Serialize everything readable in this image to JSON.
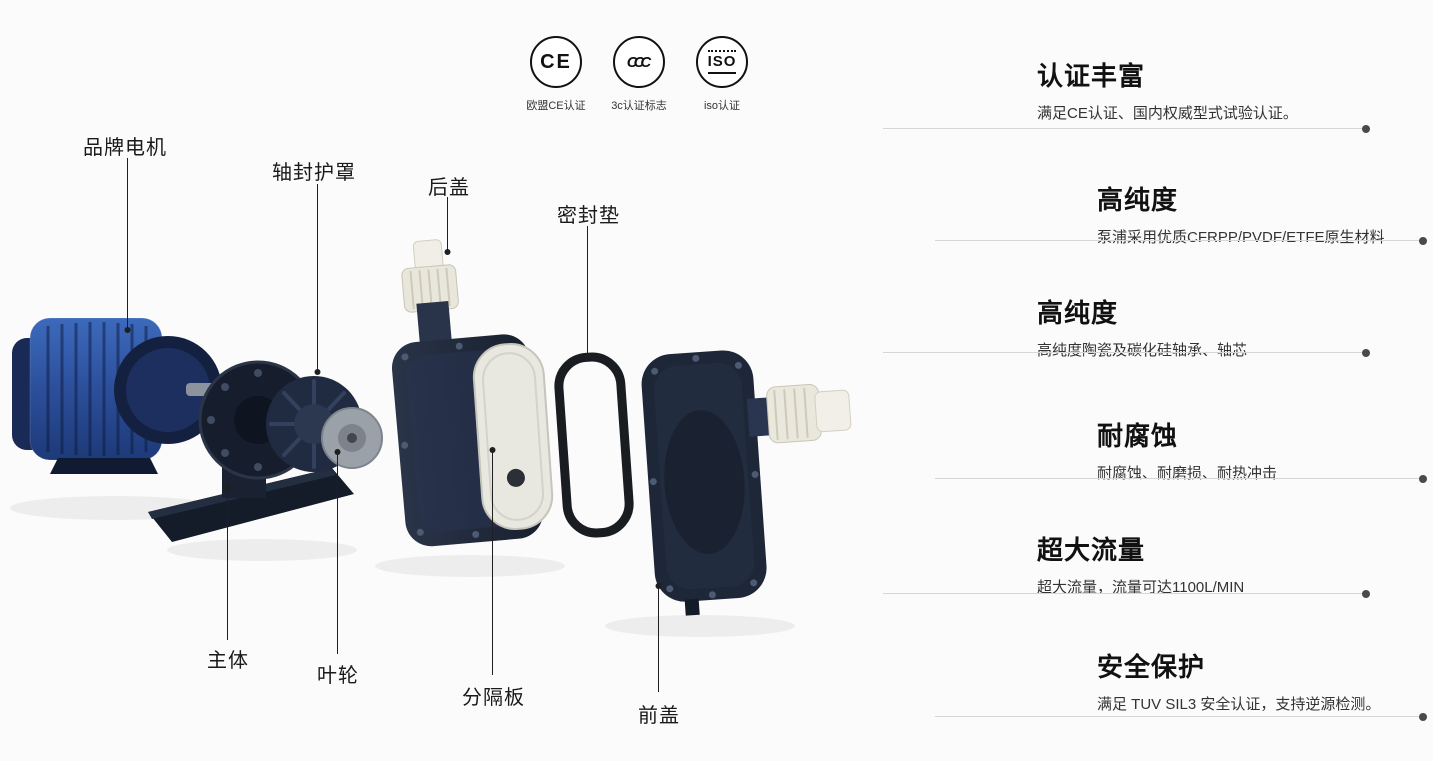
{
  "colors": {
    "background": "#fbfbfb",
    "text_dark": "#1a1a1a",
    "housing_navy": "#1e2737",
    "motor_blue": "#2f55a4",
    "part_white": "#eae8dd"
  },
  "badges": {
    "items": [
      {
        "icon": "ce-mark-icon",
        "mark": "CE",
        "label": "欧盟CE认证"
      },
      {
        "icon": "ccc-mark-icon",
        "mark": "CCC",
        "label": "3c认证标志"
      },
      {
        "icon": "iso-mark-icon",
        "mark": "ISO",
        "label": "iso认证"
      }
    ]
  },
  "diagram": {
    "callouts": [
      {
        "label": "品牌电机"
      },
      {
        "label": "轴封护罩"
      },
      {
        "label": "后盖"
      },
      {
        "label": "密封垫"
      },
      {
        "label": "主体"
      },
      {
        "label": "叶轮"
      },
      {
        "label": "分隔板"
      },
      {
        "label": "前盖"
      }
    ]
  },
  "features": {
    "items": [
      {
        "title": "认证丰富",
        "desc": "满足CE认证、国内权威型式试验认证。"
      },
      {
        "title": "高纯度",
        "desc": "泵浦采用优质CFRPP/PVDF/ETFE原生材料"
      },
      {
        "title": "高纯度",
        "desc": "高纯度陶瓷及碳化硅轴承、轴芯"
      },
      {
        "title": "耐腐蚀",
        "desc": "耐腐蚀、耐磨损、耐热冲击"
      },
      {
        "title": "超大流量",
        "desc": "超大流量，流量可达1100L/MIN"
      },
      {
        "title": "安全保护",
        "desc": "满足 TUV SIL3 安全认证，支持逆源检测。"
      }
    ]
  }
}
